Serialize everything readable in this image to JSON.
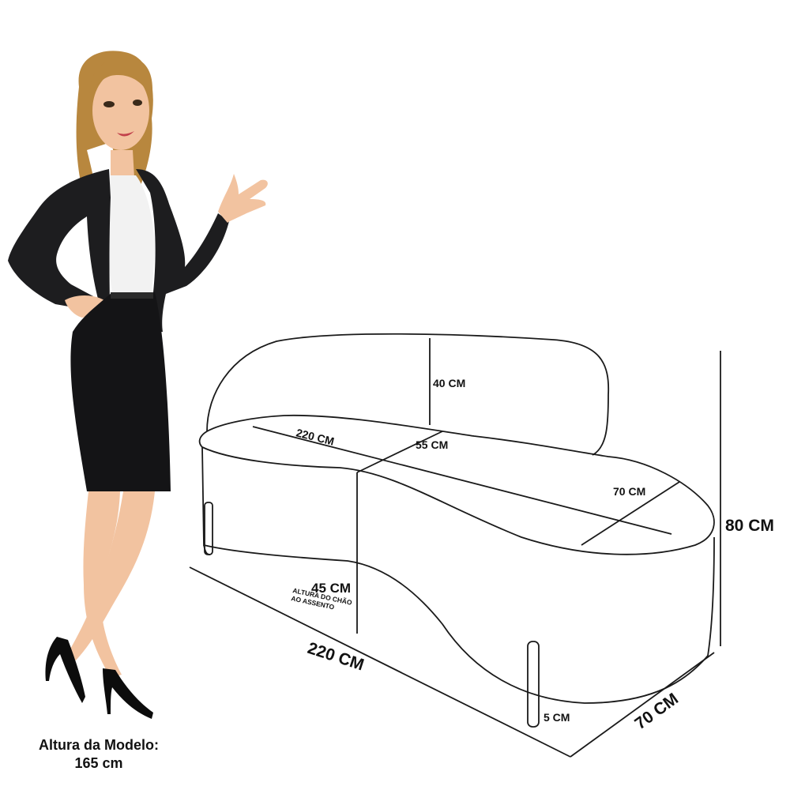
{
  "colors": {
    "outline": "#1a1a1a",
    "jacket": "#1d1d1f",
    "skirt": "#141416",
    "blouse": "#f2f2f2",
    "skin": "#f2c3a0",
    "hair": "#b8873e",
    "shoe": "#0c0c0c",
    "leg": "#e0e0e0"
  },
  "icons": {
    "figure": "woman-model-figure-icon",
    "sofa": "sofa-outline-icon"
  },
  "dimensions": {
    "backrest_height": "40 CM",
    "seat_width": "220 CM",
    "seat_depth": "55 CM",
    "arm_depth": "70 CM",
    "total_height": "80 CM",
    "seat_height": "45 CM",
    "seat_height_note_line1": "ALTURA DO CHÃO",
    "seat_height_note_line2": "AO ASSENTO",
    "total_width": "220 CM",
    "total_depth": "70 CM",
    "leg_height": "5 CM"
  },
  "caption": {
    "line1": "Altura da Modelo:",
    "line2": "165 cm"
  }
}
